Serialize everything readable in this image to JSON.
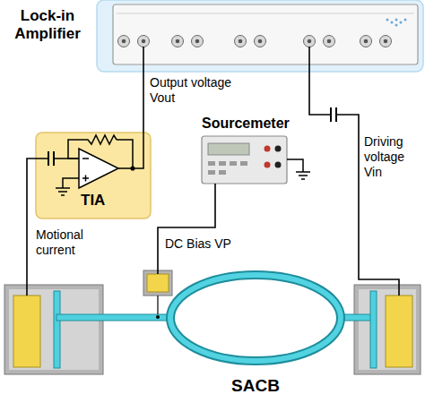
{
  "diagram": {
    "nodes": [
      {
        "text": [
          "Lock-in Amplifier"
        ]
      },
      {
        "text": [
          "TIA"
        ]
      },
      {
        "text": [
          "Sourcemeter"
        ]
      },
      {
        "text": [
          "SACB"
        ]
      }
    ],
    "edges": [
      {
        "from": 3,
        "to": 1,
        "arrow": "none",
        "label": "Motional current"
      },
      {
        "from": 1,
        "to": 0,
        "arrow": "none",
        "label": "Output voltage Vout"
      },
      {
        "from": 0,
        "to": 3,
        "arrow": "none",
        "label": "Driving voltage Vin"
      },
      {
        "from": 2,
        "to": 3,
        "arrow": "none",
        "label": "DC Bias VP"
      }
    ]
  }
}
